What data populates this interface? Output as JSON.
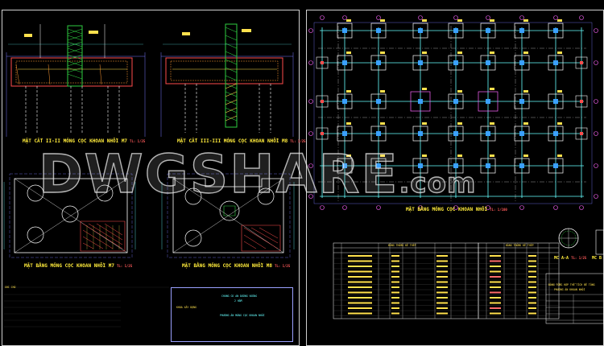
{
  "watermark": {
    "main": "DWGSHARE",
    "domain": ".com"
  },
  "sections": {
    "m7_title": "MẶT CẮT II-II MÓNG CỌC KHOAN NHỒI M7",
    "m7_scale": "TL: 1/25",
    "m8_title": "MẶT CẮT III-III MÓNG CỌC KHOAN NHỒI M8",
    "m8_scale": "TL: 1/25",
    "plan_m7_title": "MẶT BẰNG MÓNG CỌC KHOAN NHỒI M7",
    "plan_m7_scale": "TL: 1/25",
    "plan_m8_title": "MẶT BẰNG MÓNG CỌC KHOAN NHỒI M8",
    "plan_m8_scale": "TL: 1/25",
    "main_plan_title": "MẶT BẰNG MÓNG CỌC KHOAN NHỒI",
    "main_plan_scale": "TL: 1/100",
    "mc_aa": "MC A-A",
    "mc_aa_scale": "TL: 1/25",
    "mc_b": "MC B",
    "steel_table_1": "BẢNG THỐNG KÊ THÉP",
    "steel_table_2": "BẢNG THỐNG KÊ THÉP",
    "summary_table": "BẢNG TỔNG HỢP THỂ TÍCH BÊ TÔNG",
    "summary_sub": "PHƯƠNG ÁN KHOAN NHỒI"
  },
  "title_block": {
    "project": "CHUNG CƯ AN DƯƠNG VƯƠNG",
    "floors": "2 HẦM",
    "faculty": "KHOA XÂY DỰNG",
    "drawing": "PHƯƠNG ÁN MÓNG CỌC KHOAN NHỒI",
    "note_head": "GHI CHÚ"
  }
}
